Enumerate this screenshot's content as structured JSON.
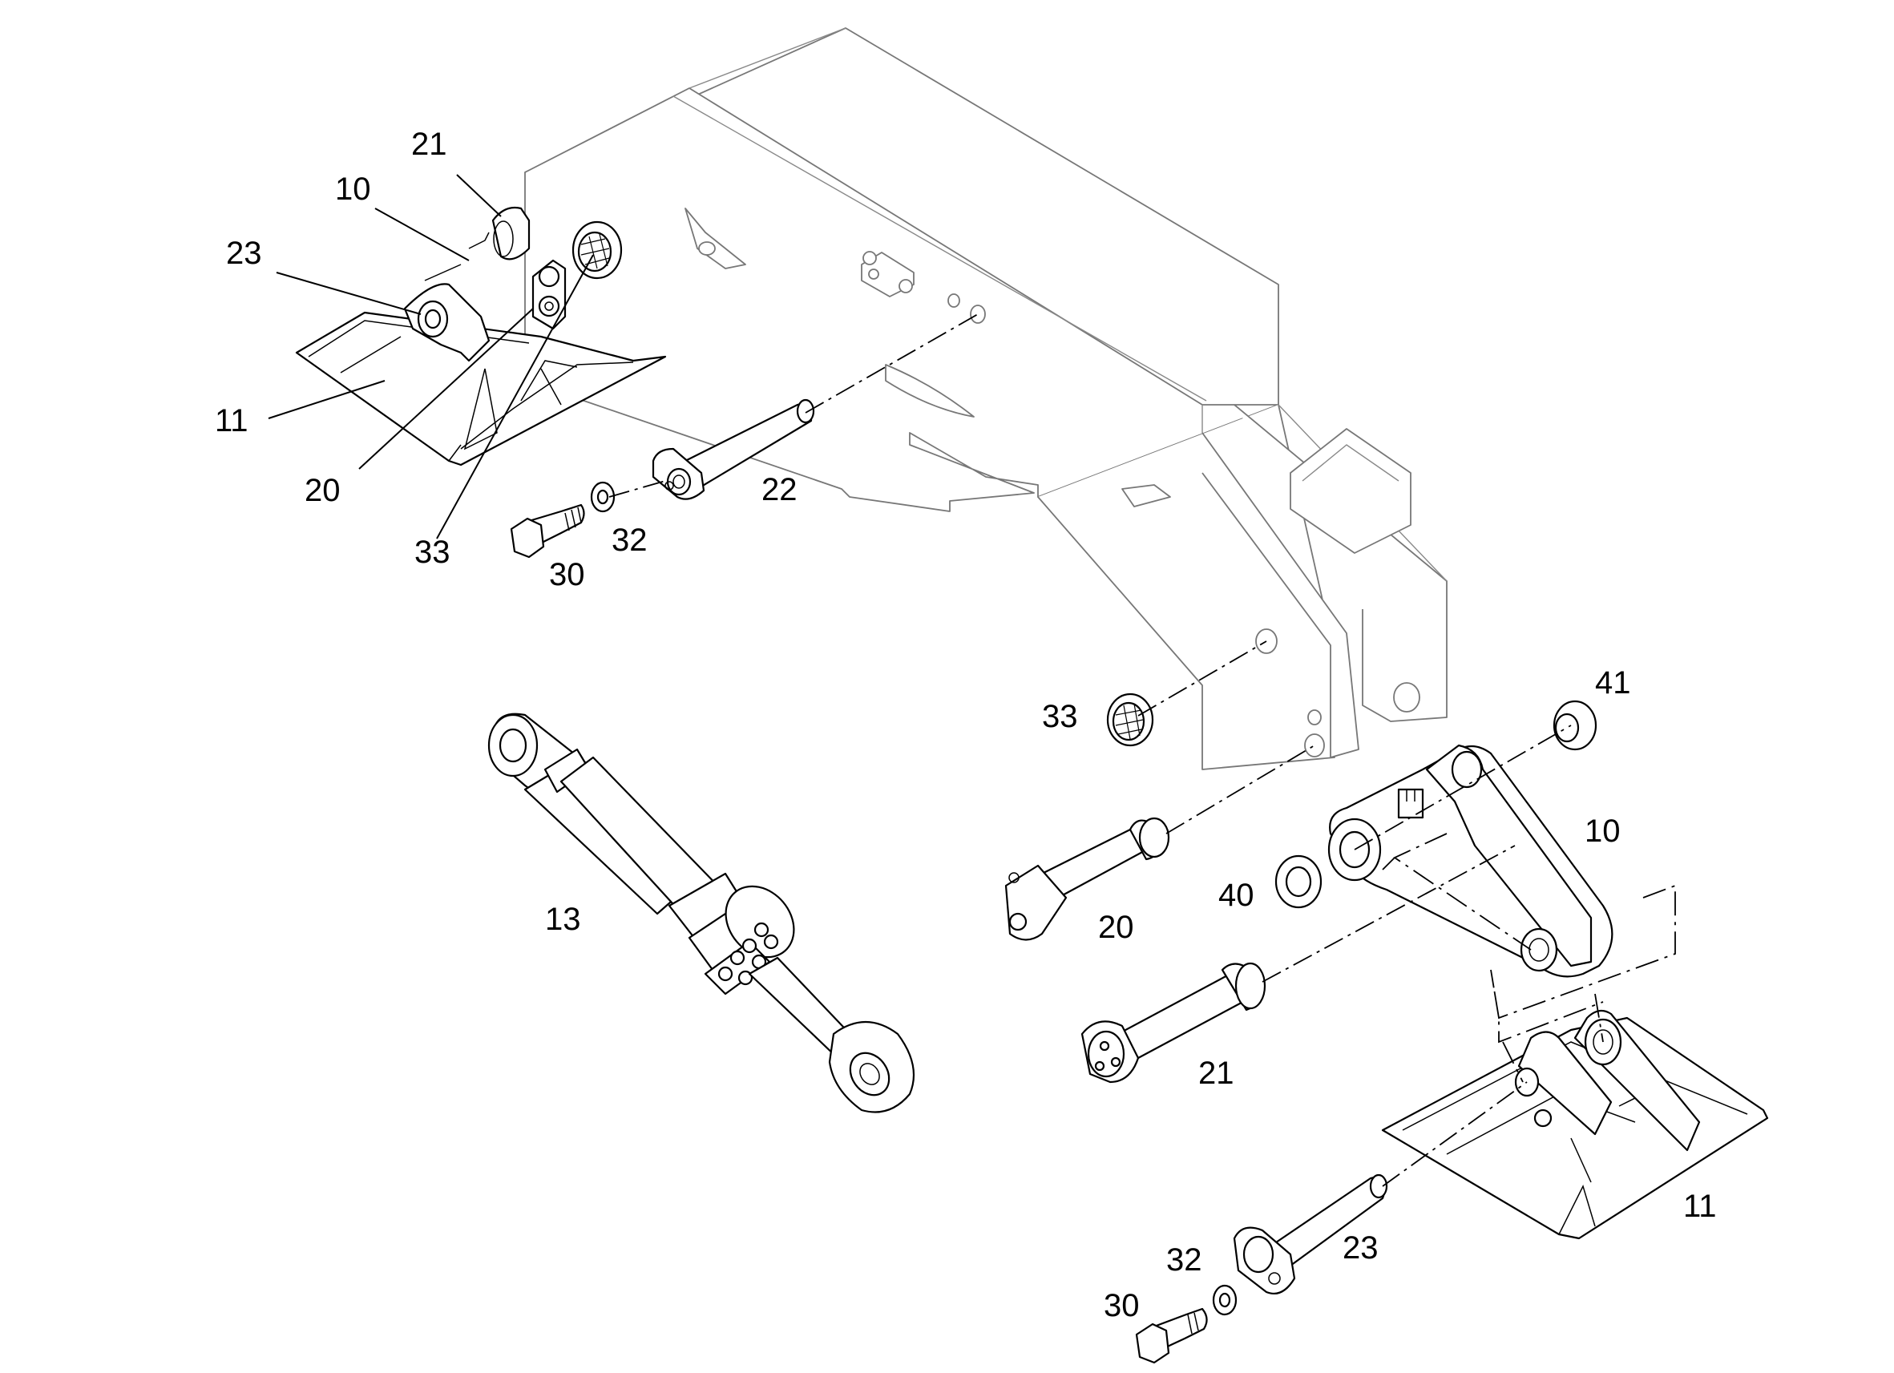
{
  "diagram": {
    "callouts": [
      {
        "id": "c-21-top",
        "text": "21"
      },
      {
        "id": "c-10-top",
        "text": "10"
      },
      {
        "id": "c-23-top",
        "text": "23"
      },
      {
        "id": "c-11-top",
        "text": "11"
      },
      {
        "id": "c-20-top",
        "text": "20"
      },
      {
        "id": "c-33-top",
        "text": "33"
      },
      {
        "id": "c-30-top",
        "text": "30"
      },
      {
        "id": "c-32-top",
        "text": "32"
      },
      {
        "id": "c-22",
        "text": "22"
      },
      {
        "id": "c-33-mid",
        "text": "33"
      },
      {
        "id": "c-41",
        "text": "41"
      },
      {
        "id": "c-10-right",
        "text": "10"
      },
      {
        "id": "c-40",
        "text": "40"
      },
      {
        "id": "c-20-mid",
        "text": "20"
      },
      {
        "id": "c-13",
        "text": "13"
      },
      {
        "id": "c-21-mid",
        "text": "21"
      },
      {
        "id": "c-11-bottom",
        "text": "11"
      },
      {
        "id": "c-23-bottom",
        "text": "23"
      },
      {
        "id": "c-32-bottom",
        "text": "32"
      },
      {
        "id": "c-30-bottom",
        "text": "30"
      }
    ]
  }
}
